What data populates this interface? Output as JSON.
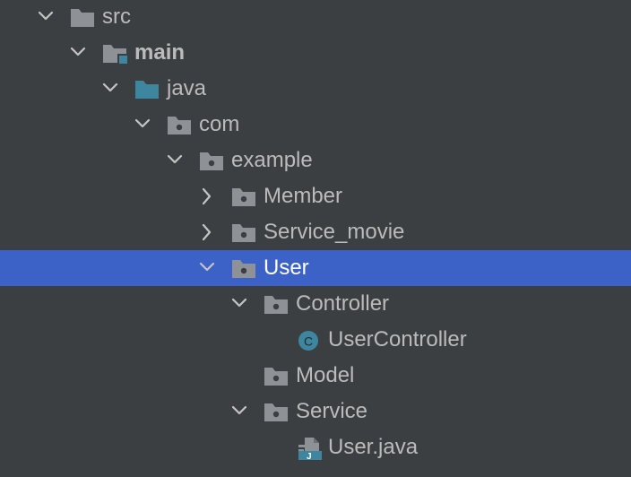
{
  "theme": {
    "background": "#3c3f41",
    "selection": "#3d62c7",
    "text": "#bbbbbb",
    "folder_gray": "#8e9297",
    "folder_blue": "#3e86a0",
    "class_badge": "#3e86a0"
  },
  "tree": {
    "selected": "User",
    "nodes": [
      {
        "label": "src",
        "depth": 0,
        "expanded": true,
        "icon": "folder-icon"
      },
      {
        "label": "main",
        "depth": 1,
        "expanded": true,
        "icon": "module-folder-icon",
        "bold": true
      },
      {
        "label": "java",
        "depth": 2,
        "expanded": true,
        "icon": "source-root-folder-icon"
      },
      {
        "label": "com",
        "depth": 3,
        "expanded": true,
        "icon": "package-icon"
      },
      {
        "label": "example",
        "depth": 4,
        "expanded": true,
        "icon": "package-icon"
      },
      {
        "label": "Member",
        "depth": 5,
        "expanded": false,
        "icon": "package-icon"
      },
      {
        "label": "Service_movie",
        "depth": 5,
        "expanded": false,
        "icon": "package-icon"
      },
      {
        "label": "User",
        "depth": 5,
        "expanded": true,
        "icon": "package-icon",
        "selected": true
      },
      {
        "label": "Controller",
        "depth": 6,
        "expanded": true,
        "icon": "package-icon"
      },
      {
        "label": "UserController",
        "depth": 7,
        "icon": "java-class-icon",
        "badge": "C"
      },
      {
        "label": "Model",
        "depth": 6,
        "icon": "package-icon"
      },
      {
        "label": "Service",
        "depth": 6,
        "expanded": true,
        "icon": "package-icon"
      },
      {
        "label": "User.java",
        "depth": 7,
        "icon": "java-file-icon",
        "badge": "J"
      }
    ]
  }
}
